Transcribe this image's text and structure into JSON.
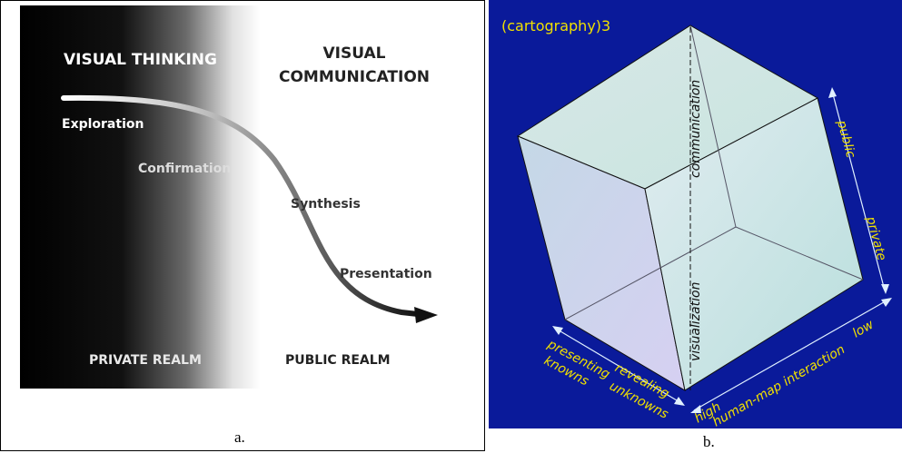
{
  "panel_a": {
    "heading_left": "VISUAL THINKING",
    "heading_right_line1": "VISUAL",
    "heading_right_line2": "COMMUNICATION",
    "stages": [
      "Exploration",
      "Confirmation",
      "Synthesis",
      "Presentation"
    ],
    "footer_left": "PRIVATE REALM",
    "footer_right": "PUBLIC REALM",
    "caption": "a."
  },
  "panel_b": {
    "title": "(cartography)3",
    "axis_communication": "communication",
    "axis_visualization": "visualization",
    "label_public": "public",
    "label_private": "private",
    "label_low": "low",
    "label_high": "high",
    "label_human_map": "human-map interaction",
    "label_presenting": "presenting",
    "label_knowns": "knowns",
    "label_revealing": "revealing",
    "label_unknowns": "unknowns",
    "caption": "b.",
    "colors": {
      "background": "#0a1a9a",
      "text": "#f0e000"
    }
  }
}
